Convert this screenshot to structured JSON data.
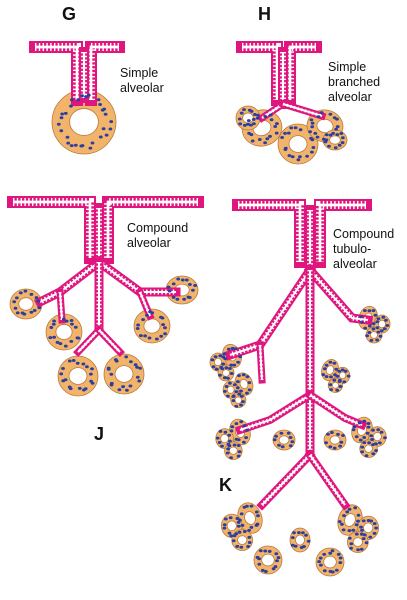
{
  "panels": {
    "g": {
      "letter": "G",
      "label": "Simple\nalveolar"
    },
    "h": {
      "letter": "H",
      "label": "Simple\nbranched\nalveolar"
    },
    "j": {
      "letter": "J",
      "label": "Compound\nalveolar"
    },
    "k": {
      "letter": "K",
      "label": "Compound\ntubulo-\nalveolar"
    }
  },
  "colors": {
    "duct": "#e0167f",
    "secretory": "#f2b36b",
    "nuclei": "#2b3fa0"
  }
}
